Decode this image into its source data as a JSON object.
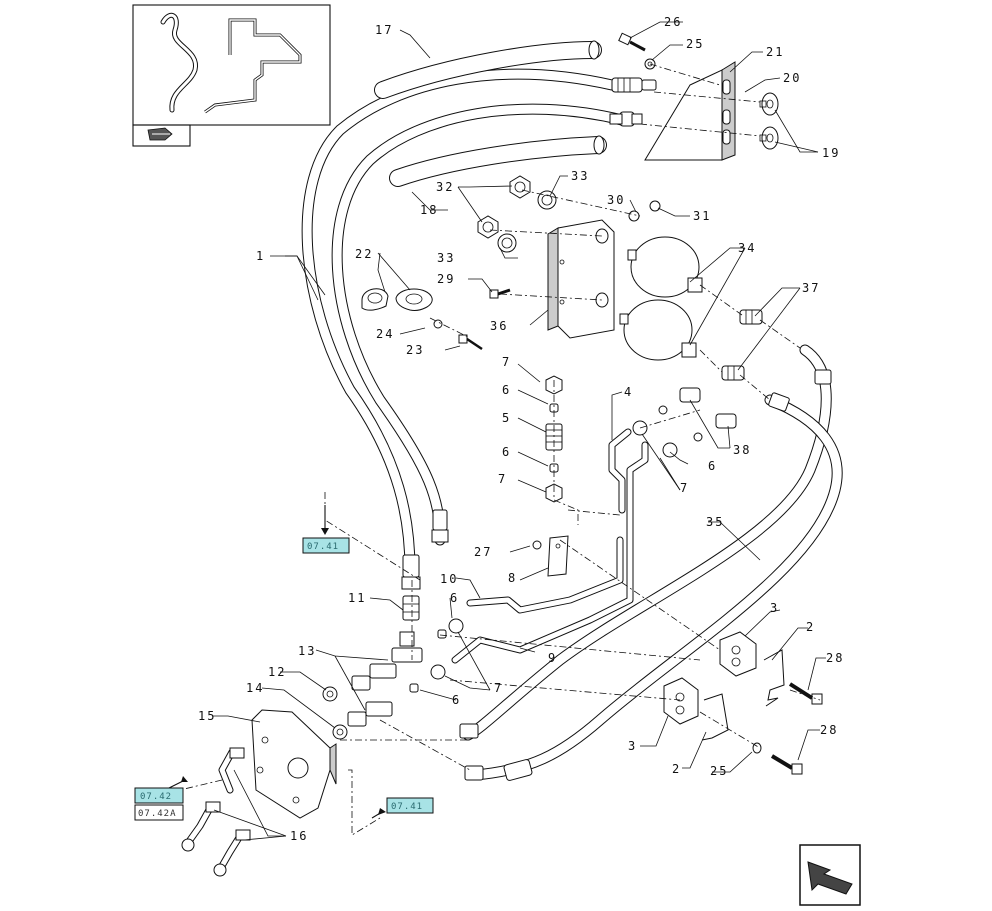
{
  "callouts": {
    "c1": "1",
    "c2a": "2",
    "c2b": "2",
    "c3a": "3",
    "c3b": "3",
    "c4": "4",
    "c5": "5",
    "c6a": "6",
    "c6b": "6",
    "c6c": "6",
    "c6d": "6",
    "c6e": "6",
    "c7a": "7",
    "c7b": "7",
    "c7c": "7",
    "c7d": "7",
    "c8": "8",
    "c9": "9",
    "c10": "10",
    "c11": "11",
    "c12": "12",
    "c13": "13",
    "c14": "14",
    "c15": "15",
    "c16": "16",
    "c17": "17",
    "c18": "18",
    "c19": "19",
    "c20": "20",
    "c21": "21",
    "c22": "22",
    "c23": "23",
    "c24": "24",
    "c25a": "25",
    "c25b": "25",
    "c26": "26",
    "c27": "27",
    "c28a": "28",
    "c28b": "28",
    "c29": "29",
    "c30": "30",
    "c31": "31",
    "c32": "32",
    "c33a": "33",
    "c33b": "33",
    "c34": "34",
    "c35": "35",
    "c36": "36",
    "c37": "37",
    "c38": "38"
  },
  "references": {
    "ref_top": "07.41",
    "ref_left_a": "07.42",
    "ref_left_b": "07.42A",
    "ref_bottom": "07.41"
  },
  "icons": {
    "thumbnail": "pipe-routing-thumbnail",
    "book_icon": "book-hand-icon",
    "next_arrow": "next-page-arrow-icon"
  }
}
